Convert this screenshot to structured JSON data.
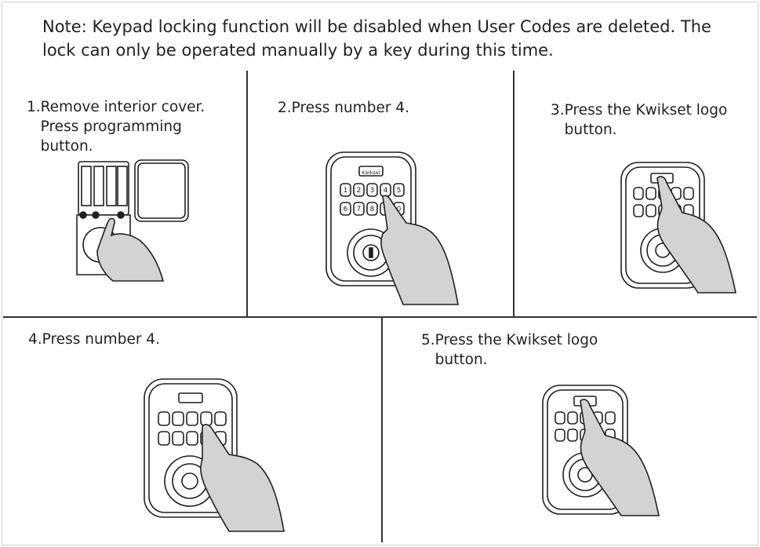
{
  "note": "Note: Keypad locking function will be disabled when User Codes are deleted. The lock can only be operated manually by a key during this time.",
  "steps": [
    {
      "number": "1.",
      "text": "Remove interior cover.\nPress programming\nbutton."
    },
    {
      "number": "2.",
      "text": "Press number 4."
    },
    {
      "number": "3.",
      "text": "Press the Kwikset logo\nbutton."
    },
    {
      "number": "4.",
      "text": "Press number 4."
    },
    {
      "number": "5.",
      "text": "Press the Kwikset logo\nbutton."
    }
  ],
  "keypad_keys": [
    "1",
    "2",
    "3",
    "4",
    "5",
    "6",
    "7",
    "8",
    "9",
    "0"
  ],
  "logo_text": "Kwikset",
  "colors": {
    "ink": "#231f20",
    "skin": "#d3d3d3",
    "lines": "#333333"
  }
}
